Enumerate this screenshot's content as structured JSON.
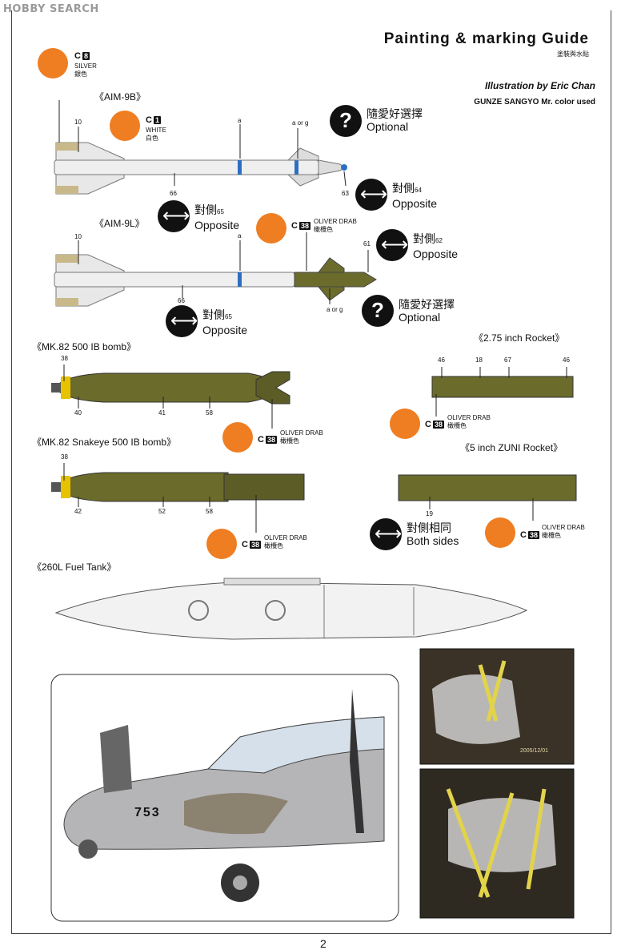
{
  "header": {
    "watermark": "HOBBY SEARCH",
    "title": "Painting & marking Guide",
    "title_cn": "塗裝與水貼",
    "credit": "Illustration by Eric Chan",
    "paint_brand": "GUNZE SANGYO Mr. color used"
  },
  "paints": {
    "silver": {
      "code": "8",
      "prefix": "C",
      "name": "SILVER",
      "cn": "銀色"
    },
    "white": {
      "code": "1",
      "prefix": "C",
      "name": "WHITE",
      "cn": "白色"
    },
    "olive": {
      "code": "38",
      "prefix": "C",
      "name": "OLIVER DRAB",
      "cn": "橄欖色"
    }
  },
  "notes": {
    "optional_cn": "隨愛好選擇",
    "optional": "Optional",
    "opposite_cn": "對側",
    "opposite": "Opposite",
    "both_cn": "對側相同",
    "both": "Both sides",
    "a_or_g": "a or g",
    "a": "a"
  },
  "sections": {
    "aim9b": "《AIM-9B》",
    "aim9l": "《AIM-9L》",
    "mk82": "《MK.82 500 IB bomb》",
    "mk82se": "《MK.82 Snakeye 500 IB bomb》",
    "rocket275": "《2.75 inch Rocket》",
    "zuni": "《5 inch ZUNI Rocket》",
    "tank": "《260L Fuel Tank》"
  },
  "decals": {
    "aim9b_10": "10",
    "aim9b_66": "66",
    "aim9b_63": "63",
    "aim9b_65": "65",
    "aim9b_64": "64",
    "aim9l_10": "10",
    "aim9l_66": "66",
    "aim9l_61": "61",
    "aim9l_65": "65",
    "aim9l_62": "62",
    "mk82_38": "38",
    "mk82_40": "40",
    "mk82_41": "41",
    "mk82_58": "58",
    "se_38": "38",
    "se_42": "42",
    "se_52": "52",
    "se_58": "58",
    "r_46a": "46",
    "r_18": "18",
    "r_67": "67",
    "r_46b": "46",
    "z_19": "19"
  },
  "aircraft": {
    "tail_number": "753"
  },
  "photo": {
    "date": "2005/12/01"
  },
  "page_number": "2"
}
